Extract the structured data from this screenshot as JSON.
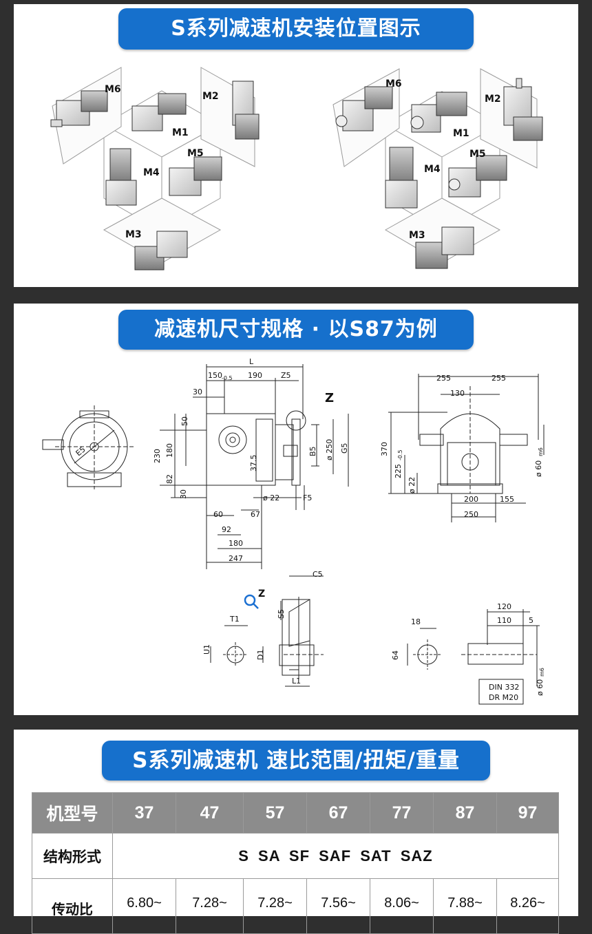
{
  "section1": {
    "title": "S系列减速机安装位置图示",
    "left_labels": [
      "M6",
      "M1",
      "M2",
      "M4",
      "M5",
      "M3"
    ],
    "right_labels": [
      "M6",
      "M1",
      "M2",
      "M4",
      "M5",
      "M3"
    ]
  },
  "section2": {
    "title": "减速机尺寸规格 · 以S87为例",
    "dims": {
      "L": "L",
      "d150": "150",
      "d05a": "-0.5",
      "d190": "190",
      "Z5": "Z5",
      "d30a": "30",
      "Z": "Z",
      "d50": "50",
      "d230": "230",
      "d180": "180",
      "d82": "82",
      "d30b": "30",
      "d375": "37.5",
      "B5": "B5",
      "d250v": "ø 250",
      "G5": "G5",
      "d22a": "ø 22",
      "F5": "F5",
      "d60": "60",
      "d67": "67",
      "d92": "92",
      "d180h": "180",
      "d247": "247",
      "E5": "E5",
      "d255a": "255",
      "d255b": "255",
      "d130": "130",
      "d370": "370",
      "d225": "225",
      "d05b": "-0.5",
      "d22b": "ø 22",
      "d200": "200",
      "d155": "155",
      "d250h": "250",
      "d60m6a": "ø 60",
      "m6": "m6",
      "C5": "C5",
      "S5": "S5",
      "Zsmall": "Z",
      "T1": "T1",
      "U1": "U1",
      "D1": "D1",
      "L1": "L1",
      "d18": "18",
      "d64": "64",
      "d120": "120",
      "d110": "110",
      "d5": "5",
      "din1": "DIN 332",
      "din2": "DR M20",
      "d60m6b": "ø 60"
    }
  },
  "section3": {
    "title": "S系列减速机 速比范围/扭矩/重量",
    "header_label": "机型号",
    "models": [
      "37",
      "47",
      "57",
      "67",
      "77",
      "87",
      "97"
    ],
    "row_structure_label": "结构形式",
    "structure_value": "S  SA  SF  SAF  SAT  SAZ",
    "row_ratio_label": "传动比",
    "ratios": [
      "6.80~",
      "7.28~",
      "7.28~",
      "7.56~",
      "8.06~",
      "7.88~",
      "8.26~"
    ]
  },
  "colors": {
    "banner": "#1670cc",
    "background": "#2f2f2f",
    "table_header": "#8c8c8c"
  }
}
